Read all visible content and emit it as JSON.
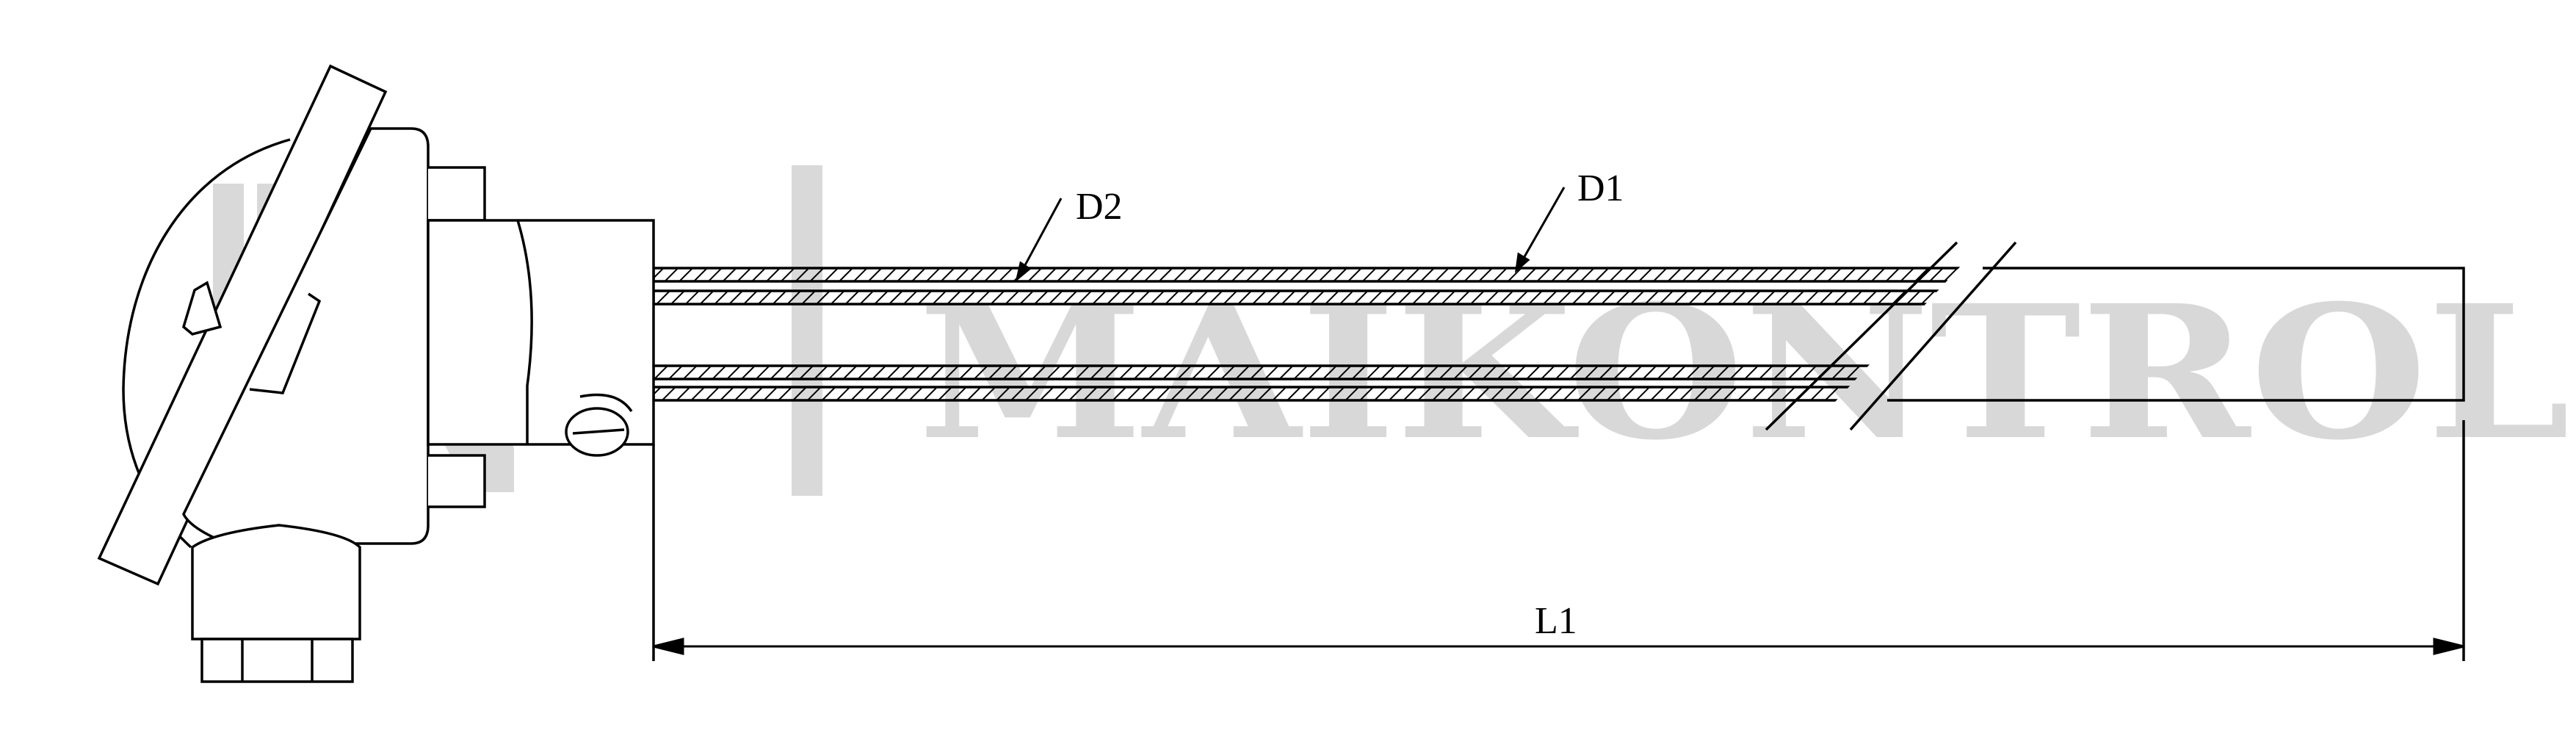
{
  "watermark": {
    "text": "MAIKONTROL",
    "color": "#d9d9d9"
  },
  "labels": {
    "d2": "D2",
    "d1": "D1",
    "l1": "L1"
  },
  "colors": {
    "line": "#000000",
    "background": "#ffffff",
    "hatch": "#000000"
  }
}
